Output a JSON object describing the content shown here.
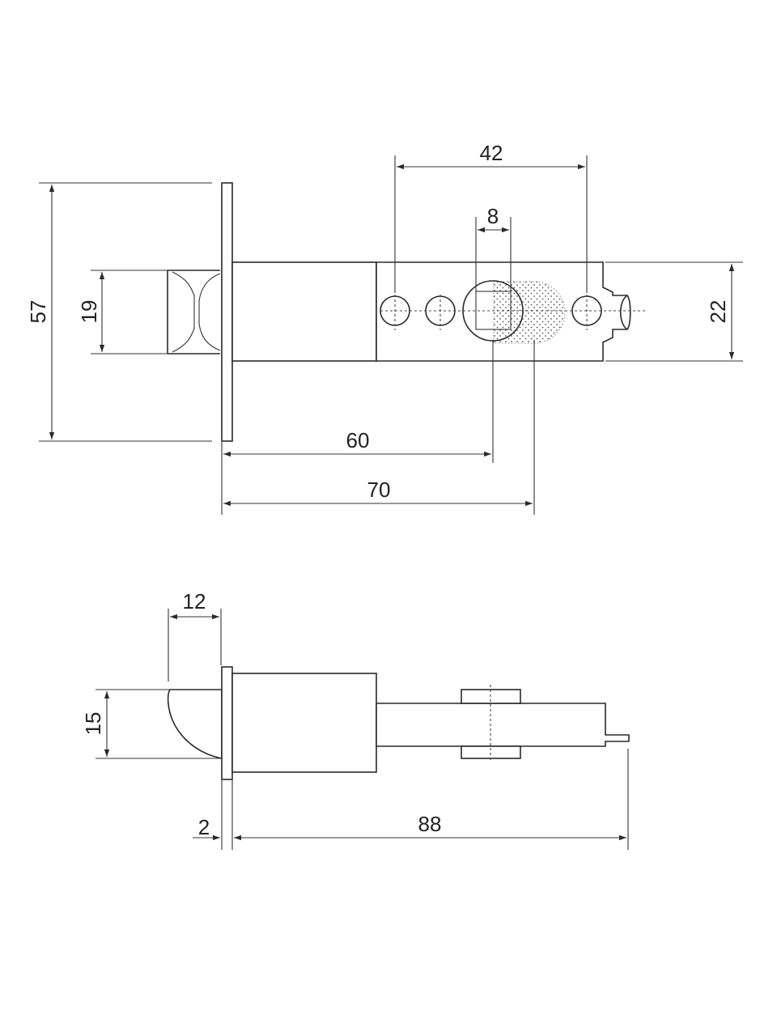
{
  "dimensions": {
    "overall_height": "57",
    "bolt_height": "19",
    "mount_hole_spacing": "42",
    "spindle_square": "8",
    "case_height": "22",
    "backset_60": "60",
    "backset_70": "70",
    "bolt_depth": "12",
    "bolt_thickness": "15",
    "faceplate_thickness": "2",
    "overall_length": "88"
  },
  "colors": {
    "line": "#2a2a2a",
    "text": "#222222",
    "background": "#ffffff"
  }
}
